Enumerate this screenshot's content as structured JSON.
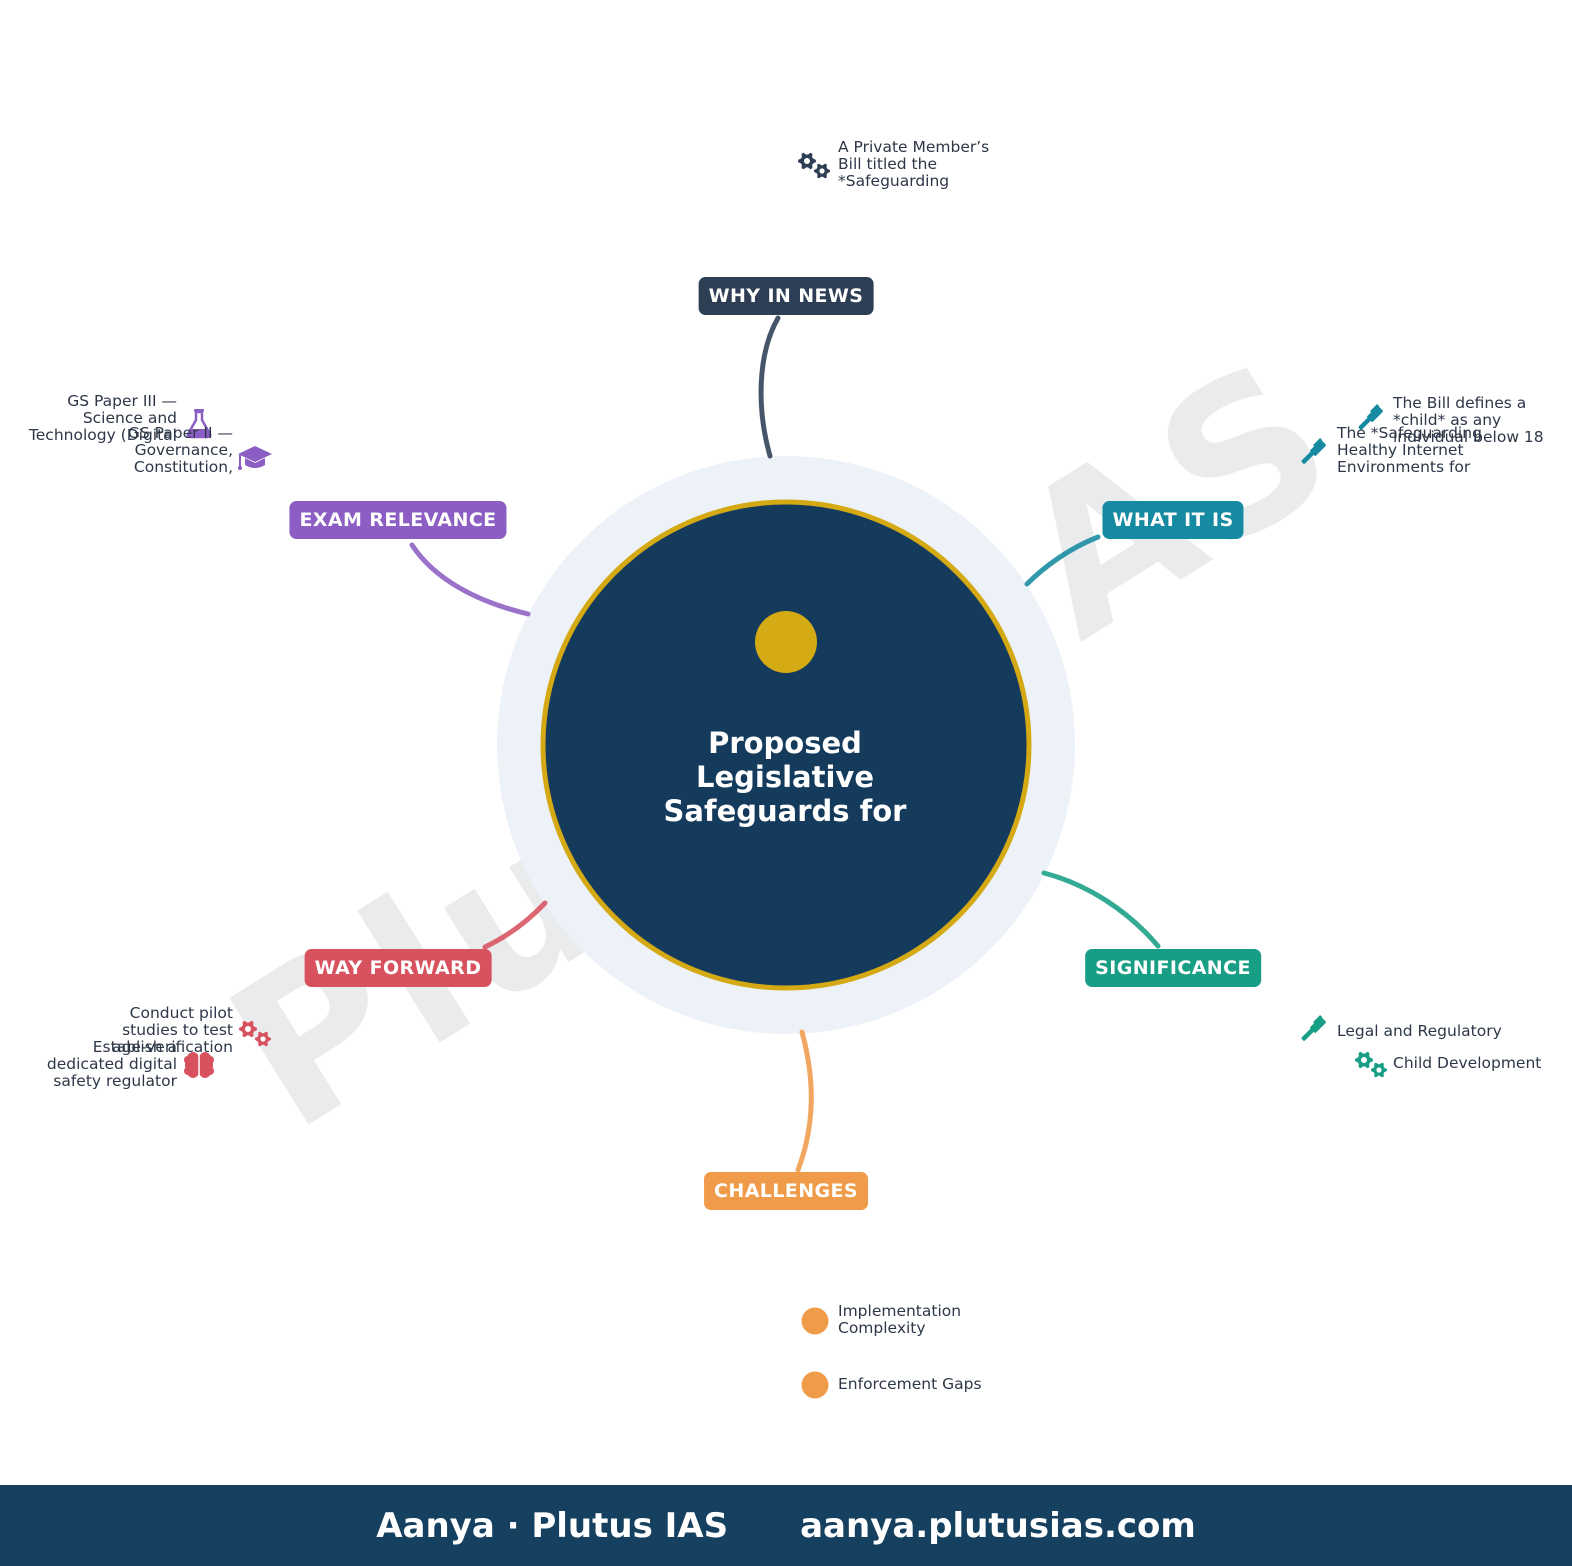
{
  "center": {
    "title": "Proposed\nLegislative\nSafeguards for",
    "fill_color": "#143a5c",
    "ring_color": "#d4a914",
    "halo_color": "#edf2f8",
    "dot_color": "#d4ab14"
  },
  "watermark": "Plutus IAS",
  "branches": [
    {
      "id": "why",
      "label": "WHY IN NEWS",
      "color": "#2e3e55",
      "items": [
        {
          "text": "A Private Member’s\nBill titled the\n*Safeguarding",
          "icon": "gears-icon"
        }
      ]
    },
    {
      "id": "what",
      "label": "WHAT IT IS",
      "color": "#168aa0",
      "items": [
        {
          "text": "The Bill defines a\n*child* as any\nindividual below 18",
          "icon": "gavel-icon"
        },
        {
          "text": "The *Safeguarding\nHealthy Internet\nEnvironments for",
          "icon": "gavel-icon"
        }
      ]
    },
    {
      "id": "significance",
      "label": "SIGNIFICANCE",
      "color": "#179e84",
      "items": [
        {
          "text": "Legal and Regulatory",
          "icon": "gavel-icon"
        },
        {
          "text": "Child Development",
          "icon": "gears-icon"
        }
      ]
    },
    {
      "id": "challenges",
      "label": "CHALLENGES",
      "color": "#f09b4a",
      "items": [
        {
          "text": "Implementation\nComplexity",
          "icon": "dot-icon"
        },
        {
          "text": "Enforcement Gaps",
          "icon": "dot-icon"
        }
      ]
    },
    {
      "id": "wayforward",
      "label": "WAY FORWARD",
      "color": "#d7525e",
      "items": [
        {
          "text": "Conduct pilot\nstudies to test\nage-verification",
          "icon": "gears-icon"
        },
        {
          "text": "Establish a\ndedicated digital\nsafety regulator",
          "icon": "brain-icon"
        }
      ]
    },
    {
      "id": "exam",
      "label": "EXAM RELEVANCE",
      "color": "#8c5ec3",
      "items": [
        {
          "text": "GS Paper III —\nScience and\nTechnology (Digital",
          "icon": "flask-icon"
        },
        {
          "text": "GS Paper II —\nGovernance,\nConstitution,",
          "icon": "graduation-cap-icon"
        }
      ]
    }
  ],
  "footer": {
    "brand": "Aanya · Plutus IAS",
    "url": "aanya.plutusias.com"
  }
}
